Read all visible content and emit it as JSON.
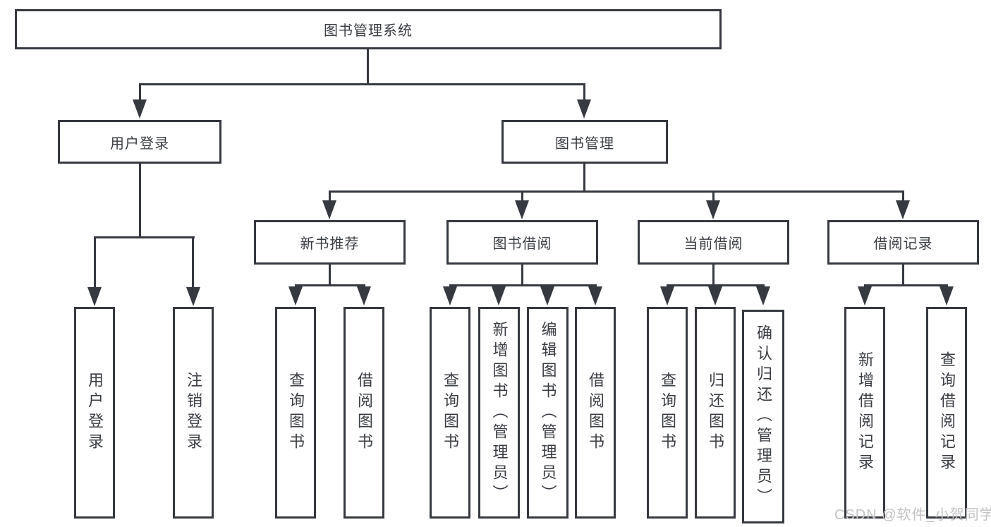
{
  "diagram": {
    "title": "图书管理系统",
    "nodes": {
      "root": "图书管理系统",
      "login": "用户登录",
      "manage": "图书管理",
      "newbook": "新书推荐",
      "borrow": "图书借阅",
      "current": "当前借阅",
      "records": "借阅记录"
    },
    "leaves": {
      "login": [
        "用户登录",
        "注销登录"
      ],
      "newbook": [
        "查询图书",
        "借阅图书"
      ],
      "borrow": [
        "查询图书",
        "新增图书（管理员）",
        "编辑图书（管理员）",
        "借阅图书"
      ],
      "current": [
        "查询图书",
        "归还图书",
        "确认归还（管理员）"
      ],
      "records": [
        "新增借阅记录",
        "查询借阅记录"
      ]
    },
    "edges": [
      "图书管理系统 -> 用户登录",
      "图书管理系统 -> 图书管理",
      "用户登录 -> 用户登录",
      "用户登录 -> 注销登录",
      "图书管理 -> 新书推荐",
      "图书管理 -> 图书借阅",
      "图书管理 -> 当前借阅",
      "图书管理 -> 借阅记录",
      "新书推荐 -> 查询图书",
      "新书推荐 -> 借阅图书",
      "图书借阅 -> 查询图书",
      "图书借阅 -> 新增图书（管理员）",
      "图书借阅 -> 编辑图书（管理员）",
      "图书借阅 -> 借阅图书",
      "当前借阅 -> 查询图书",
      "当前借阅 -> 归还图书",
      "当前借阅 -> 确认归还（管理员）",
      "借阅记录 -> 新增借阅记录",
      "借阅记录 -> 查询借阅记录"
    ]
  },
  "colors": {
    "line": "#36393f",
    "text": "#3a3d42",
    "background": "#ffffff",
    "watermark": "#c2c2c2"
  },
  "watermark": "CSDN @软件_小贺同学"
}
